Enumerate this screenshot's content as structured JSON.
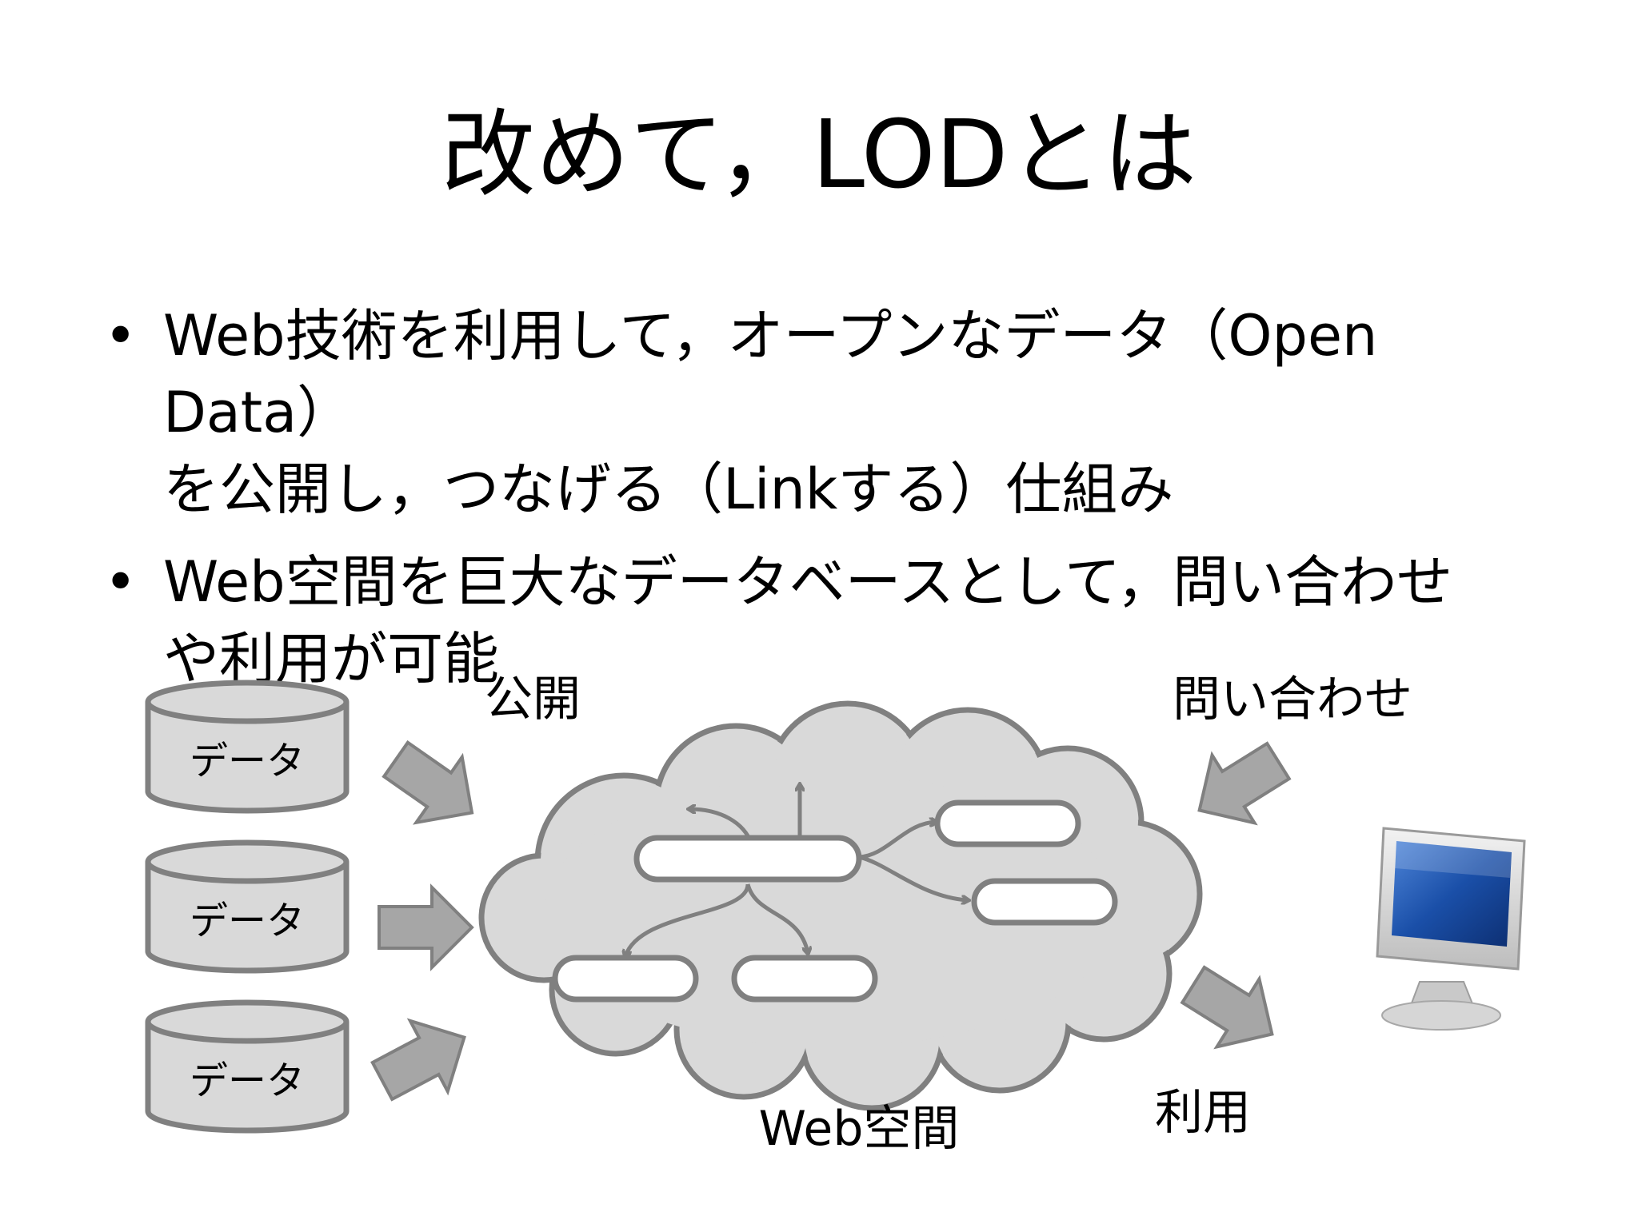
{
  "title": "改めて，LODとは",
  "bullets": [
    {
      "line1": "Web技術を利用して，オープンなデータ（Open Data）",
      "line2": "を公開し，つなげる（Linkする）仕組み"
    },
    {
      "line1": "Web空間を巨大なデータベースとして，問い合わせ",
      "line2": "や利用が可能"
    }
  ],
  "bullet_marker": "•",
  "diagram": {
    "databases": [
      {
        "label": "データ"
      },
      {
        "label": "データ"
      },
      {
        "label": "データ"
      }
    ],
    "publish_label": "公開",
    "query_label": "問い合わせ",
    "use_label": "利用",
    "cloud_label": "Web空間",
    "icons": [
      "database-icon",
      "arrow-icon",
      "cloud-icon",
      "computer-monitor-icon"
    ],
    "colors": {
      "gray_fill": "#a6a6a6",
      "gray_stroke": "#808080",
      "db_fill": "#d9d9d9",
      "monitor_blue": "#1a4fa8"
    }
  }
}
